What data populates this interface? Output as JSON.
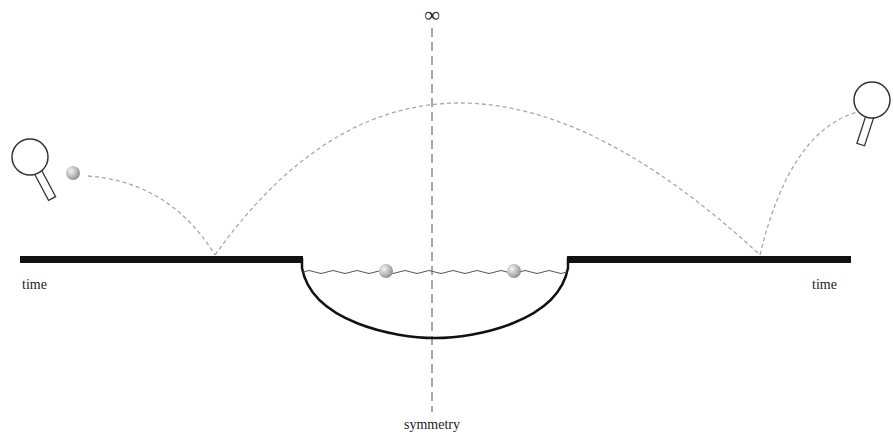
{
  "diagram": {
    "labels": [
      "∞",
      "time",
      "time",
      "symmetry"
    ]
  }
}
